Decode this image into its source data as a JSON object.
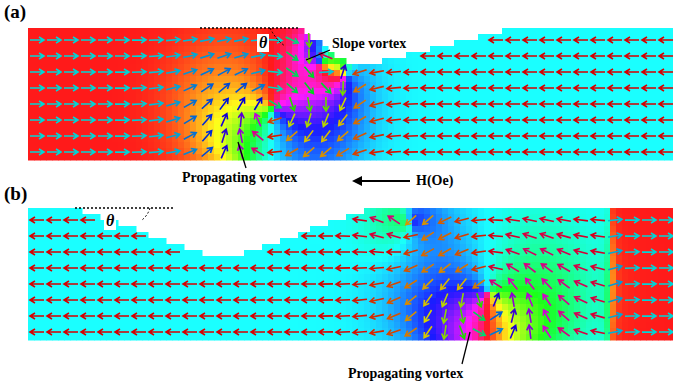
{
  "diagram": {
    "labels": [
      "(a)",
      "θ",
      "Slope vortex",
      "Propagating vortex",
      "H(Oe)",
      "(b)",
      "θ",
      "Propagating vortex"
    ]
  }
}
